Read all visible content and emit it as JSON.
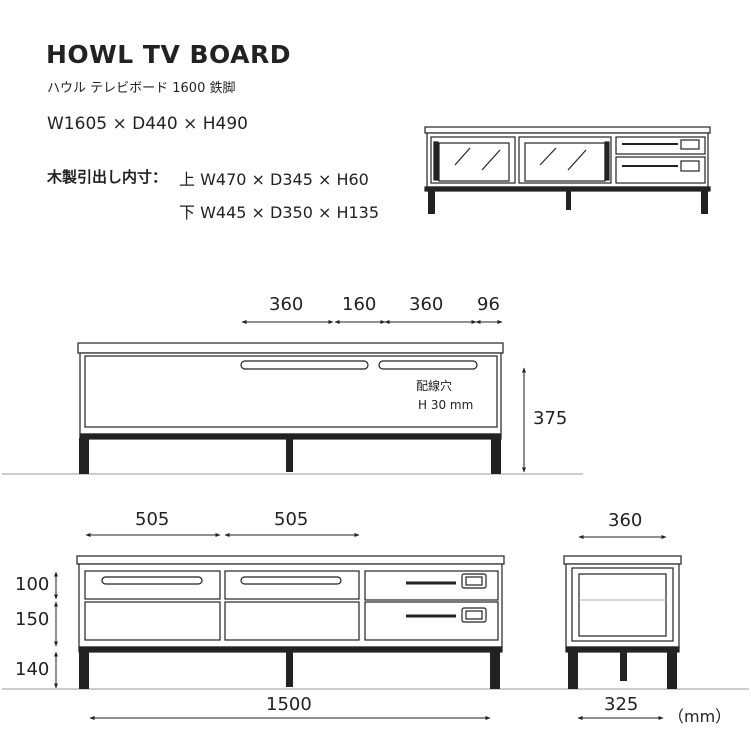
{
  "product": {
    "title": "HOWL TV BOARD",
    "subtitle": "ハウル テレビボード 1600 鉄脚",
    "overall_size": "W1605 × D440 × H490",
    "inner_label": "木製引出し内寸：",
    "inner_upper": "上 W470 × D345 × H60",
    "inner_lower": "下 W445 × D350 × H135"
  },
  "back_view": {
    "dims_top": [
      "360",
      "160",
      "360",
      "96"
    ],
    "height": "375",
    "note_line1": "配線穴",
    "note_line2": "H 30 mm"
  },
  "front_view": {
    "dims_top": [
      "505",
      "505"
    ],
    "dims_left": [
      "100",
      "150",
      "140"
    ],
    "width": "1500"
  },
  "side_view": {
    "top": "360",
    "bottom": "325"
  },
  "unit": "（mm）"
}
